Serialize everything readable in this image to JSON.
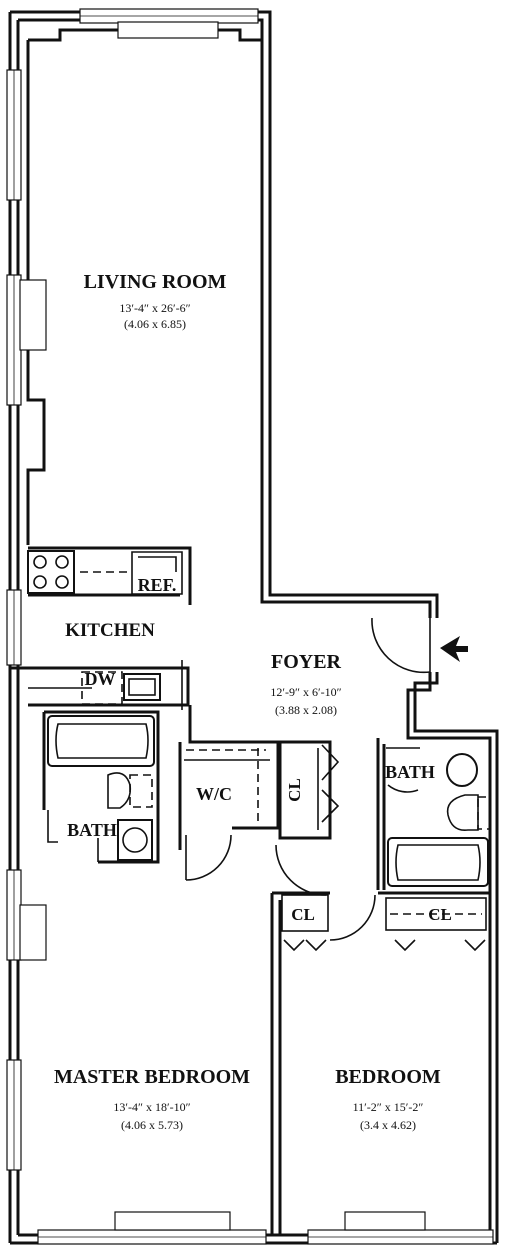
{
  "rooms": {
    "living": {
      "name": "LIVING ROOM",
      "dim_ft": "13′-4″ x 26′-6″",
      "dim_m": "(4.06 x 6.85)"
    },
    "kitchen": {
      "name": "KITCHEN"
    },
    "foyer": {
      "name": "FOYER",
      "dim_ft": "12′-9″ x 6′-10″",
      "dim_m": "(3.88 x 2.08)"
    },
    "master": {
      "name": "MASTER BEDROOM",
      "dim_ft": "13′-4″ x 18′-10″",
      "dim_m": "(4.06 x 5.73)"
    },
    "bedroom": {
      "name": "BEDROOM",
      "dim_ft": "11′-2″ x 15′-2″",
      "dim_m": "(3.4 x 4.62)"
    }
  },
  "labels": {
    "ref": "REF.",
    "dw": "DW",
    "wc": "W/C",
    "cl": "CL",
    "bath": "BATH"
  },
  "icons": {
    "entry": "entry-arrow-icon"
  }
}
